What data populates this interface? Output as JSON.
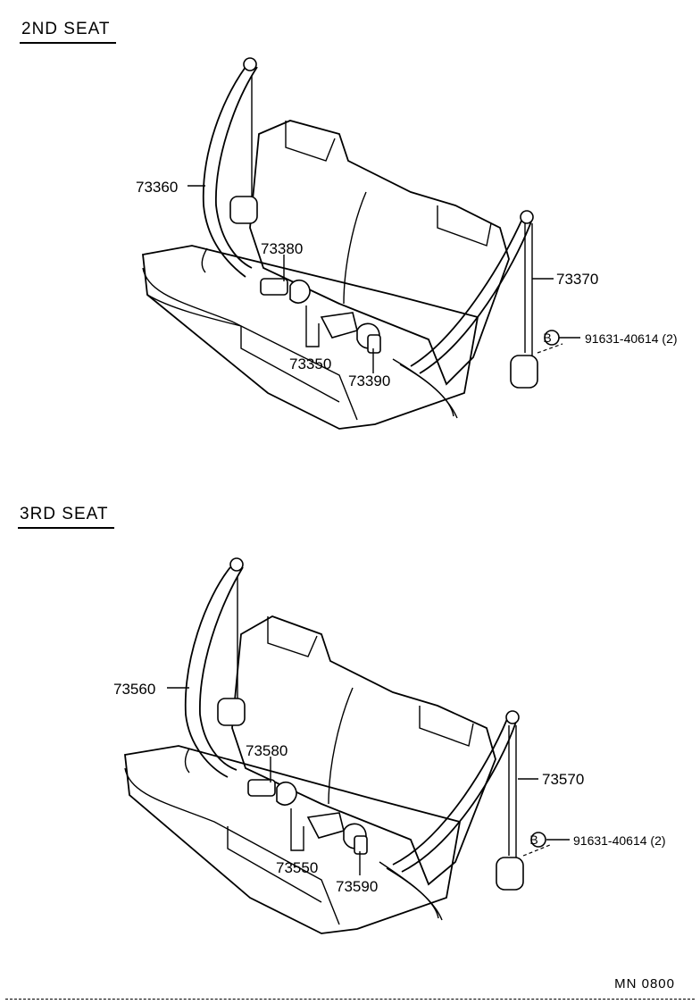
{
  "sections": [
    {
      "title": "2ND SEAT",
      "parts": {
        "belt_left": "73360",
        "belt_right": "73370",
        "buckle_left": "73380",
        "buckle_center": "73350",
        "buckle_right": "73390",
        "bolt": "91631-40614 (2)",
        "bolt_ref": "B"
      }
    },
    {
      "title": "3RD SEAT",
      "parts": {
        "belt_left": "73560",
        "belt_right": "73570",
        "buckle_left": "73580",
        "buckle_center": "73550",
        "buckle_right": "73590",
        "bolt": "91631-40614 (2)",
        "bolt_ref": "B"
      }
    }
  ],
  "footer": {
    "code": "MN  0800"
  }
}
